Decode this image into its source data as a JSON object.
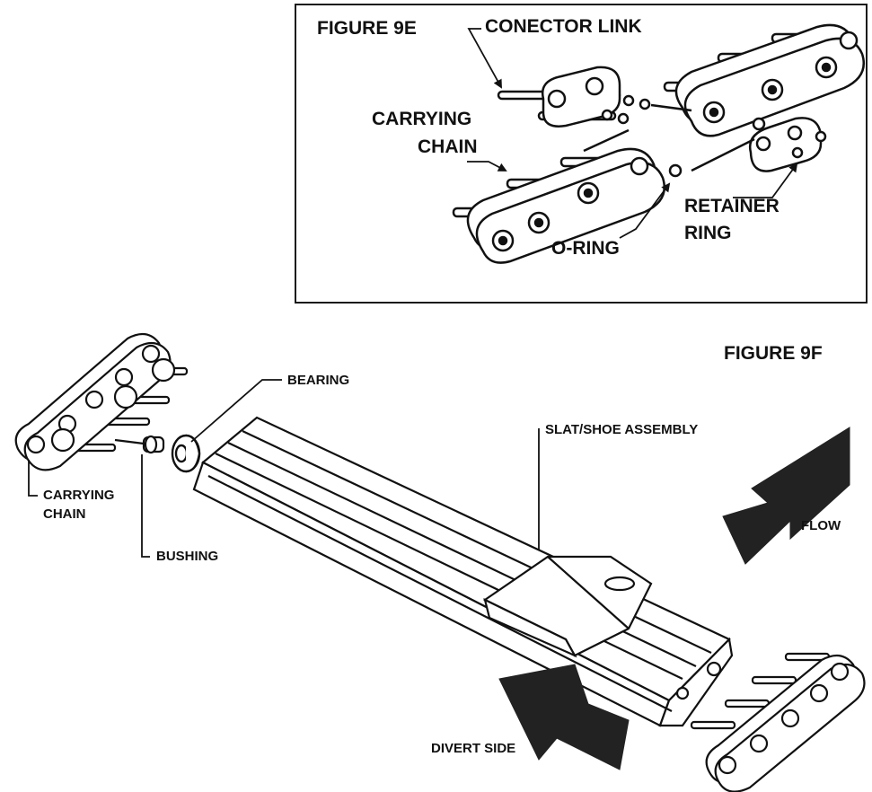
{
  "figure_9e": {
    "title": "FIGURE 9E",
    "labels": {
      "connector_link": "CONECTOR LINK",
      "carrying_chain_line1": "CARRYING",
      "carrying_chain_line2": "CHAIN",
      "o_ring": "O-RING",
      "retainer_ring_line1": "RETAINER",
      "retainer_ring_line2": "RING"
    }
  },
  "figure_9f": {
    "title": "FIGURE 9F",
    "labels": {
      "bearing": "BEARING",
      "slat_shoe_assembly": "SLAT/SHOE ASSEMBLY",
      "carrying_chain_line1": "CARRYING",
      "carrying_chain_line2": "CHAIN",
      "bushing": "BUSHING",
      "flow": "FLOW",
      "divert_side": "DIVERT SIDE"
    }
  },
  "colors": {
    "ink": "#111111",
    "arrow_fill": "#222222"
  }
}
